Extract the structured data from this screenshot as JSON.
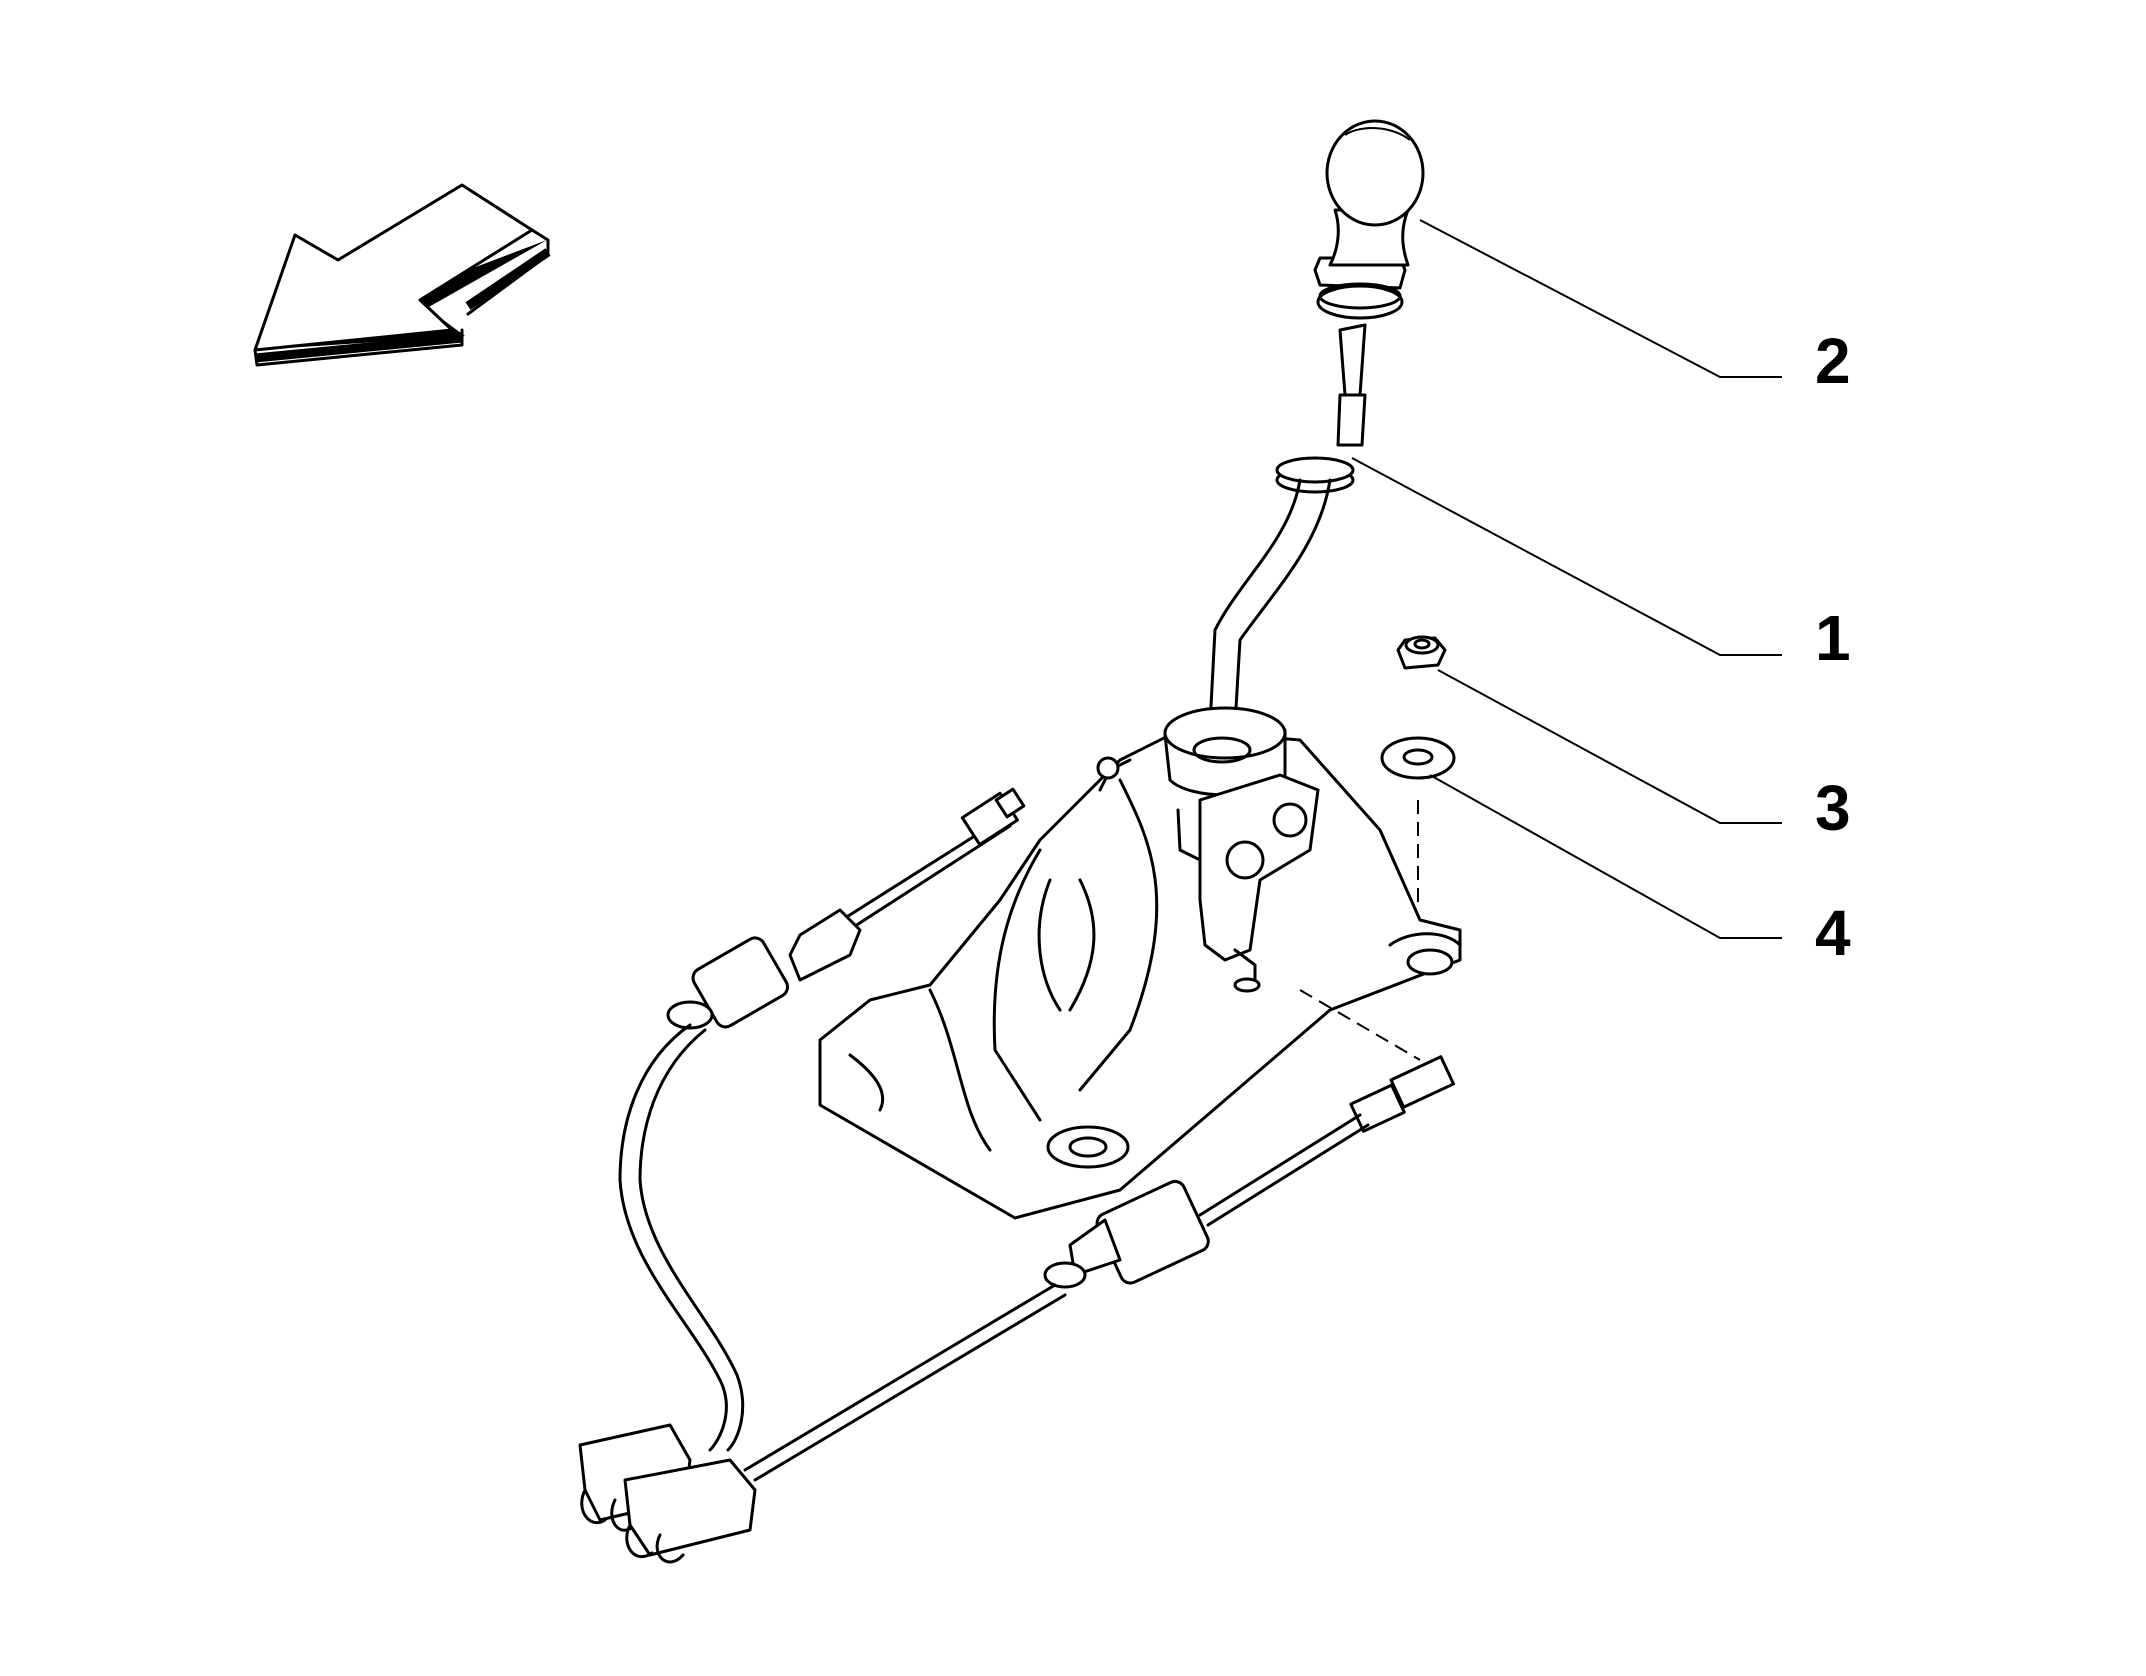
{
  "callouts": [
    {
      "id": "1",
      "label": "1",
      "part": "gear-lever"
    },
    {
      "id": "2",
      "label": "2",
      "part": "gear-knob"
    },
    {
      "id": "3",
      "label": "3",
      "part": "nut"
    },
    {
      "id": "4",
      "label": "4",
      "part": "washer"
    }
  ],
  "colors": {
    "line": "#000000",
    "background": "#ffffff"
  },
  "icons": {
    "direction": "direction-arrow-icon"
  }
}
